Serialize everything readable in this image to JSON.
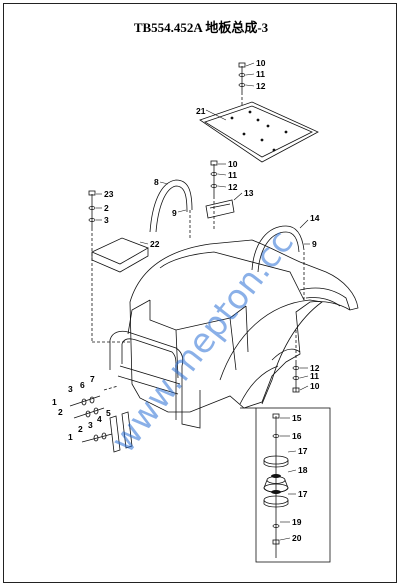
{
  "title": "TB554.452A  地板总成-3",
  "watermark": "www.mepton.cc",
  "watermark_color": "#2a6fd6",
  "callouts": {
    "c10a": "10",
    "c11a": "11",
    "c12a": "12",
    "c21": "21",
    "c10b": "10",
    "c11b": "11",
    "c12b": "12",
    "c13": "13",
    "c8": "8",
    "c9a": "9",
    "c23": "23",
    "c2a": "2",
    "c3a": "3",
    "c22": "22",
    "c14": "14",
    "c9b": "9",
    "c12c": "12",
    "c11c": "11",
    "c10c": "10",
    "c3b": "3",
    "c6": "6",
    "c7": "7",
    "c1a": "1",
    "c2b": "2",
    "c3c": "3",
    "c4": "4",
    "c5": "5",
    "c1b": "1",
    "c2c": "2",
    "c15": "15",
    "c16": "16",
    "c17a": "17",
    "c18": "18",
    "c17b": "17",
    "c19": "19",
    "c20": "20"
  }
}
